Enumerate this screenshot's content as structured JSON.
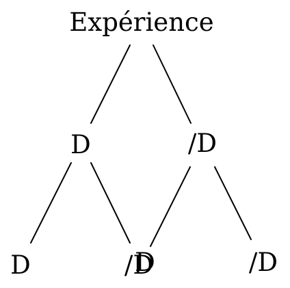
{
  "tree": {
    "root": {
      "label": "Expérience"
    },
    "level1": [
      {
        "label": "D"
      },
      {
        "label": "/D"
      }
    ],
    "level2": [
      {
        "label": "D"
      },
      {
        "label": "/D"
      },
      {
        "label": "D"
      },
      {
        "label": "/D"
      }
    ]
  },
  "colors": {
    "ink": "#000000",
    "background": "#ffffff"
  }
}
